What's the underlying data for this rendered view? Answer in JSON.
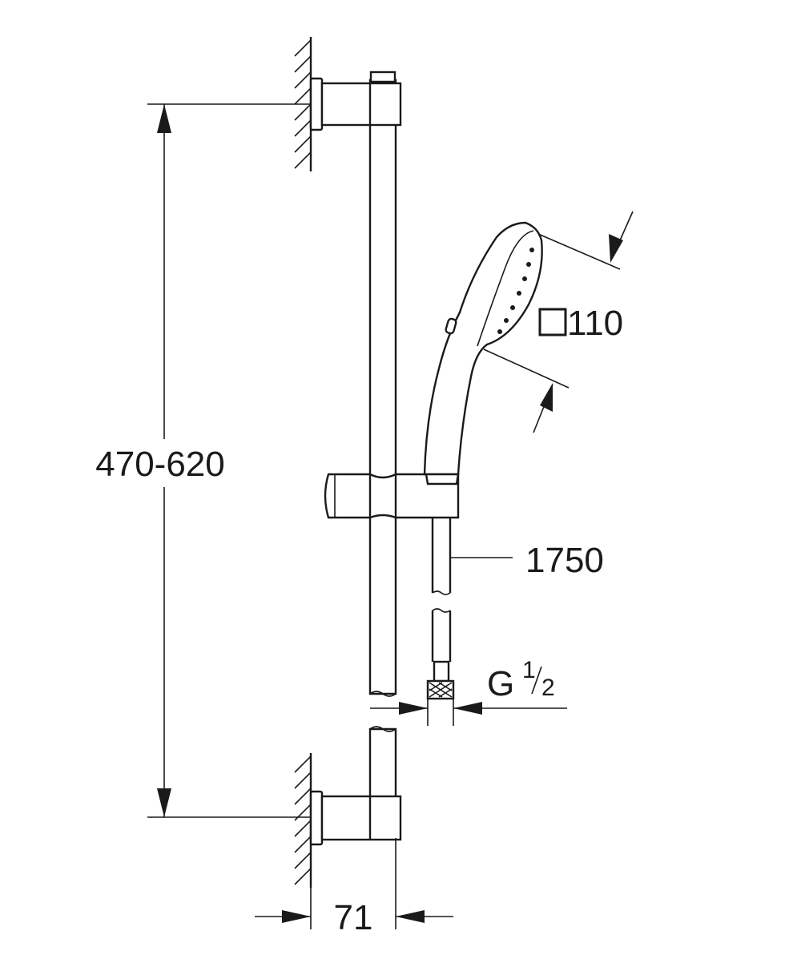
{
  "dimensions": {
    "bar_height_range": "470-620",
    "wall_offset": "71",
    "hose_length": "1750",
    "connector_thread": "G",
    "connector_thread_num": "1",
    "connector_thread_den": "2",
    "handshower_size": "110"
  }
}
